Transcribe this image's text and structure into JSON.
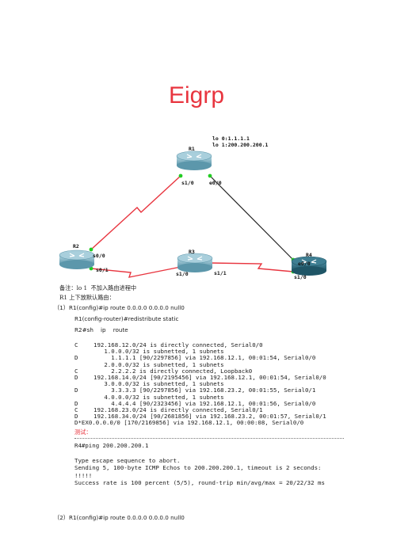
{
  "title": "Eigrp",
  "topology": {
    "loopbacks": [
      "lo 0:1.1.1.1",
      "lo 1:200.200.200.1"
    ],
    "routers": {
      "r1": "R1",
      "r2": "R2",
      "r3": "R3",
      "r4": "R4"
    },
    "interfaces": {
      "r1_s": "s1/0",
      "r1_e": "e0/0",
      "r2_s0": "s0/0",
      "r2_s1": "s0/1",
      "r3_s0": "s1/0",
      "r3_s1": "s1/1",
      "r4_e": "e0/0",
      "r4_s": "s1/0"
    },
    "colors": {
      "router_top": "#7fb3c4",
      "router_r4": "#2f6f83",
      "serial_link": "#e8353f",
      "ethernet_link": "#222222",
      "port_dot": "#22cc22"
    }
  },
  "notes": {
    "note1": "备注：lo 1  不加入路由进程中",
    "note2": "R1 上下放默认路由：",
    "step1": "（1）R1(config)#ip route 0.0.0.0 0.0.0.0 null0",
    "cmd1": "R1(config-router)#redistribute static",
    "cmd2": "R2#sh    ip    route",
    "test_label": "测试：",
    "step2": "（2）R1(config)#ip route 0.0.0.0 0.0.0.0 null0"
  },
  "route_table": [
    {
      "code": "C",
      "text": "192.168.12.0/24 is directly connected, Serial0/0"
    },
    {
      "code": "",
      "text": "   1.0.0.0/32 is subnetted, 1 subnets"
    },
    {
      "code": "D",
      "text": "     1.1.1.1 [90/2297856] via 192.168.12.1, 00:01:54, Serial0/0"
    },
    {
      "code": "",
      "text": "   2.0.0.0/32 is subnetted, 1 subnets"
    },
    {
      "code": "C",
      "text": "     2.2.2.2 is directly connected, Loopback0"
    },
    {
      "code": "D",
      "text": "192.168.14.0/24 [90/2195456] via 192.168.12.1, 00:01:54, Serial0/0"
    },
    {
      "code": "",
      "text": "   3.0.0.0/32 is subnetted, 1 subnets"
    },
    {
      "code": "D",
      "text": "     3.3.3.3 [90/2297856] via 192.168.23.2, 00:01:55, Serial0/1"
    },
    {
      "code": "",
      "text": "   4.0.0.0/32 is subnetted, 1 subnets"
    },
    {
      "code": "D",
      "text": "     4.4.4.4 [90/2323456] via 192.168.12.1, 00:01:56, Serial0/0"
    },
    {
      "code": "C",
      "text": "192.168.23.0/24 is directly connected, Serial0/1"
    },
    {
      "code": "D",
      "text": "192.168.34.0/24 [90/2681856] via 192.168.23.2, 00:01:57, Serial0/1"
    },
    {
      "code": "D*EX",
      "text": "0.0.0.0/0 [170/2169856] via 192.168.12.1, 00:00:08, Serial0/0"
    }
  ],
  "ping_output": [
    "R4#ping 200.200.200.1",
    "",
    "Type escape sequence to abort.",
    "Sending 5, 100-byte ICMP Echos to 200.200.200.1, timeout is 2 seconds:",
    "!!!!!",
    "Success rate is 100 percent (5/5), round-trip min/avg/max = 20/22/32 ms"
  ]
}
